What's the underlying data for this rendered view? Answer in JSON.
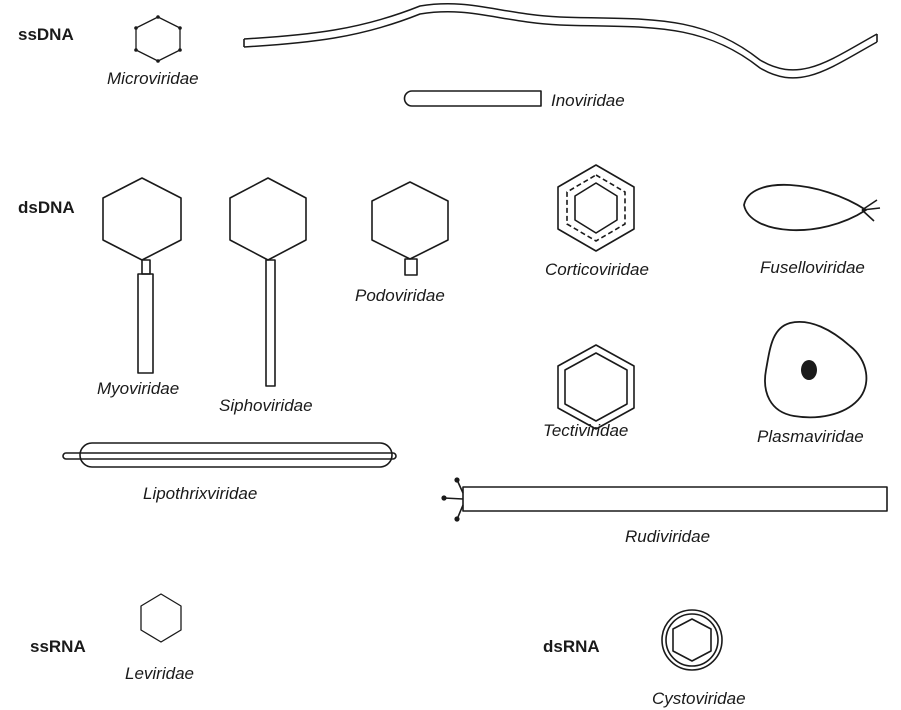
{
  "groups": {
    "ssdna": "ssDNA",
    "dsdna": "dsDNA",
    "ssrna": "ssRNA",
    "dsrna": "dsRNA"
  },
  "families": {
    "microviridae": "Microviridae",
    "inoviridae": "Inoviridae",
    "corticoviridae": "Corticoviridae",
    "fuselloviridae": "Fuselloviridae",
    "podoviridae": "Podoviridae",
    "myoviridae": "Myoviridae",
    "siphoviridae": "Siphoviridae",
    "tectiviridae": "Tectiviridae",
    "plasmaviridae": "Plasmaviridae",
    "lipothrixviridae": "Lipothrixviridae",
    "rudiviridae": "Rudiviridae",
    "leviridae": "Leviridae",
    "cystoviridae": "Cystoviridae"
  },
  "colors": {
    "stroke": "#1a1a1a",
    "fill": "#ffffff"
  }
}
